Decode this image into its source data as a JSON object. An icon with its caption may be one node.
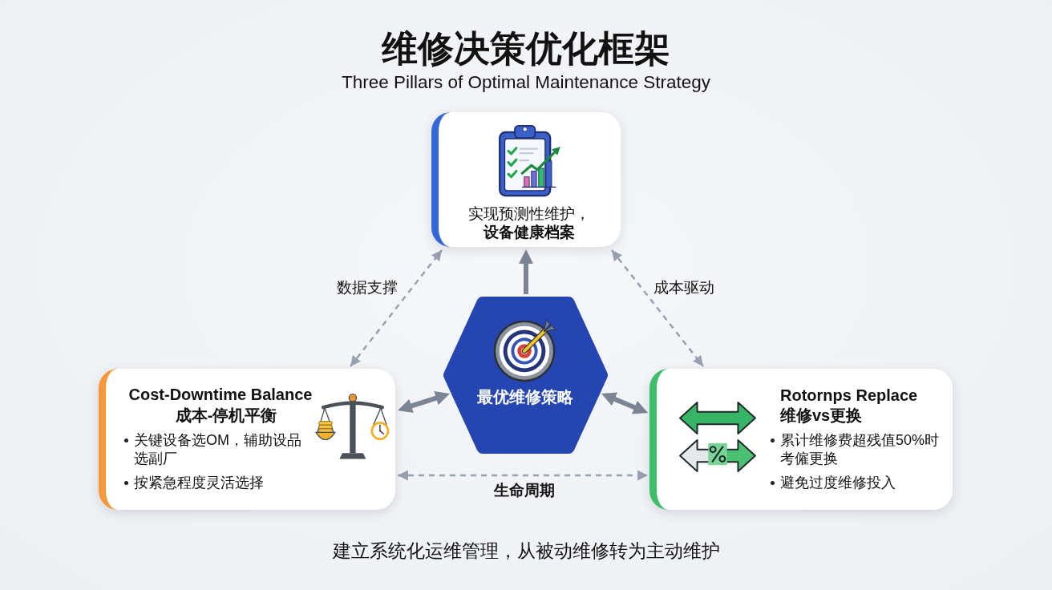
{
  "diagram": {
    "title": "维修决策优化框架",
    "caption": "建立系统化运维管理，从被动维修转为主动维护",
    "nodes": [
      {
        "text": [
          "实现预测性维护，",
          "设备健康档案"
        ]
      },
      {
        "text": [
          "最优维修策略"
        ]
      },
      {
        "text": [
          "Cost-Downtime Balance",
          "成本-停机平衡",
          "关键设备选OM，辅助设品选副厂",
          "按紧急程度灵活选择"
        ]
      },
      {
        "text": [
          "Rotornps Replace",
          "维修vs更换",
          "累计维修费超残值50%时考僱更换",
          "避免过度维修投入"
        ]
      }
    ],
    "edges": [
      {
        "from": 1,
        "to": 0,
        "arrow": "to"
      },
      {
        "from": 2,
        "to": 1,
        "arrow": "both"
      },
      {
        "from": 1,
        "to": 3,
        "arrow": "both"
      },
      {
        "from": 2,
        "to": 0,
        "arrow": "both",
        "style": "dashed",
        "label": "数据支撑"
      },
      {
        "from": 0,
        "to": 3,
        "arrow": "both",
        "style": "dashed",
        "label": "成本驱动"
      },
      {
        "from": 2,
        "to": 3,
        "arrow": "both",
        "style": "dashed",
        "label": "生命周期"
      }
    ],
    "labels": [
      "Three Pillars of Optimal Maintenance Strategy"
    ]
  }
}
